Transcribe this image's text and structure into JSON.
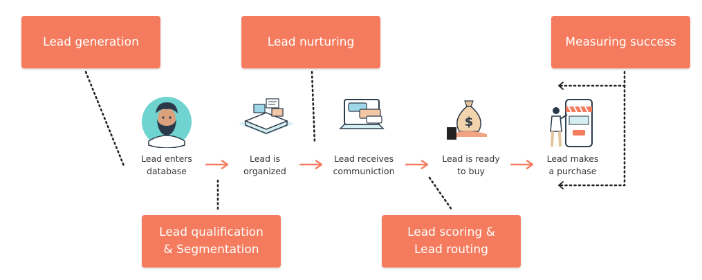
{
  "boxes": {
    "lead_generation": "Lead generation",
    "lead_nurturing": "Lead nurturing",
    "measuring_success": "Measuring success",
    "lead_qualification": "Lead qualification\n& Segmentation",
    "lead_scoring": "Lead scoring &\nLead routing"
  },
  "stages": [
    {
      "label": "Lead enters\ndatabase",
      "icon": "person-avatar-icon"
    },
    {
      "label": "Lead is\norganized",
      "icon": "book-documents-icon"
    },
    {
      "label": "Lead receives\ncommuniction",
      "icon": "laptop-messages-icon"
    },
    {
      "label": "Lead is ready\nto buy",
      "icon": "money-bag-hand-icon"
    },
    {
      "label": "Lead makes\na purchase",
      "icon": "shop-phone-icon"
    }
  ],
  "colors": {
    "accent": "#f47b5d",
    "text": "#333333",
    "teal": "#6fd3cf",
    "line": "#222222"
  }
}
